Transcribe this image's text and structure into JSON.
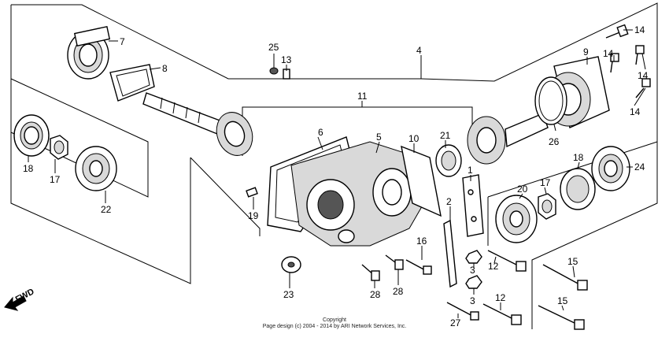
{
  "diagram": {
    "direction_label": "FWD",
    "copyright_line1": "Copyright",
    "copyright_line2": "Page design (c) 2004 - 2014 by ARI Network Services, Inc.",
    "callouts": {
      "c1": "1",
      "c2": "2",
      "c3a": "3",
      "c3b": "3",
      "c4": "4",
      "c5": "5",
      "c6": "6",
      "c7": "7",
      "c8": "8",
      "c9": "9",
      "c10": "10",
      "c11": "11",
      "c12a": "12",
      "c12b": "12",
      "c13": "13",
      "c14a": "14",
      "c14b": "14",
      "c14c": "14",
      "c14d": "14",
      "c15a": "15",
      "c15b": "15",
      "c16": "16",
      "c17a": "17",
      "c17b": "17",
      "c18a": "18",
      "c18b": "18",
      "c19": "19",
      "c20": "20",
      "c21": "21",
      "c22": "22",
      "c23": "23",
      "c24": "24",
      "c25": "25",
      "c26": "26",
      "c27": "27",
      "c28a": "28",
      "c28b": "28"
    }
  }
}
